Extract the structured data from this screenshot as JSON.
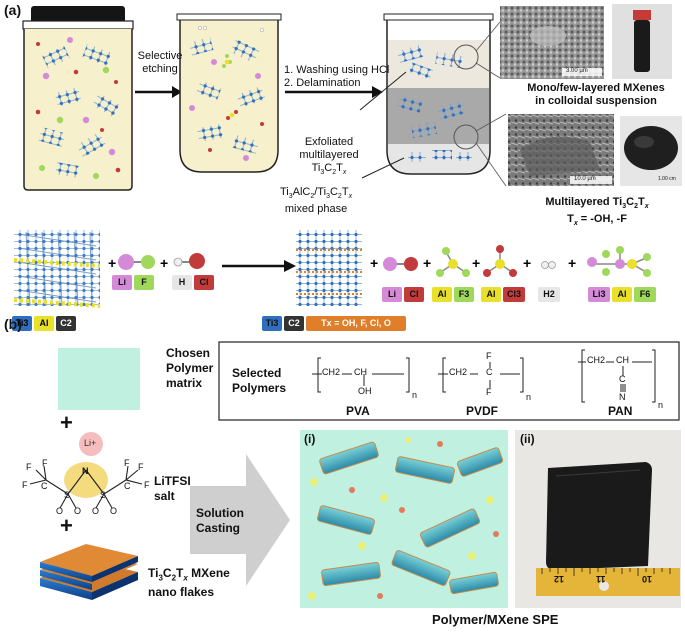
{
  "panel_a": {
    "label": "(a)",
    "step1": [
      "Selective",
      "etching"
    ],
    "step2": [
      "1. Washing using HCl",
      "2. Delamination"
    ],
    "sem_top_scale": "3.00 µm",
    "colloid_caption": [
      "Mono/few-layered MXenes",
      "in colloidal suspension"
    ],
    "exfoliated": [
      "Exfoliated",
      "multilayered",
      "Ti3C2Tx"
    ],
    "mixed_phase": [
      "Ti3AlC2/Ti3C2Tx",
      "mixed phase"
    ],
    "sem_bottom_scale": "10.0 µm",
    "powder_scale": "1.00 cm",
    "multilayer_caption": [
      "Multilayered Ti3C2Tx",
      "Tx = -OH, -F"
    ],
    "reaction": {
      "plus": "+",
      "tags_max": [
        "Ti3",
        "Al",
        "C2"
      ],
      "tags_lif": [
        "Li",
        "F"
      ],
      "tags_hcl": [
        "H",
        "Cl"
      ],
      "tags_mxene": [
        "Ti3",
        "C2",
        "Tx = OH, F, Cl, O"
      ],
      "tags_licl": [
        "Li",
        "Cl"
      ],
      "tags_alf3": [
        "Al",
        "F3"
      ],
      "tags_alcl3": [
        "Al",
        "Cl3"
      ],
      "tags_h2": [
        "H2"
      ],
      "tags_li3alf6": [
        "Li3",
        "Al",
        "F6"
      ]
    }
  },
  "panel_b": {
    "label": "(b)",
    "polymer_matrix": [
      "Chosen",
      "Polymer",
      "matrix"
    ],
    "selected_polymers": [
      "Selected",
      "Polymers"
    ],
    "polymers": [
      "PVA",
      "PVDF",
      "PAN"
    ],
    "polymer_sub": "n",
    "pva_formula": [
      "CH2",
      "CH",
      "OH"
    ],
    "pvdf_formula": [
      "CH2",
      "C",
      "F",
      "F"
    ],
    "pan_formula": [
      "CH2",
      "CH",
      "C",
      "N"
    ],
    "plus": "+",
    "litfsi": [
      "LiTFSI",
      "salt"
    ],
    "litfsi_atoms": {
      "li": "Li+",
      "n": "N",
      "s": "S",
      "o": "O",
      "f": "F",
      "c": "C"
    },
    "mxene": [
      "Ti3C2Tx MXene",
      "nano flakes"
    ],
    "process": [
      "Solution",
      "Casting"
    ],
    "sub_i": "(i)",
    "sub_ii": "(ii)",
    "ruler_numbers": [
      "12",
      "11",
      "10"
    ],
    "caption": "Polymer/MXene SPE"
  },
  "colors": {
    "ti": "#2f6fc0",
    "al": "#e8e02a",
    "c": "#333333",
    "li": "#d58ad8",
    "f": "#9fd85a",
    "h": "#e6e6e6",
    "cl": "#c23b3b",
    "tx": "#e07f2a",
    "matrix": "#bff0e0",
    "suspension": "#f6f0cc"
  }
}
